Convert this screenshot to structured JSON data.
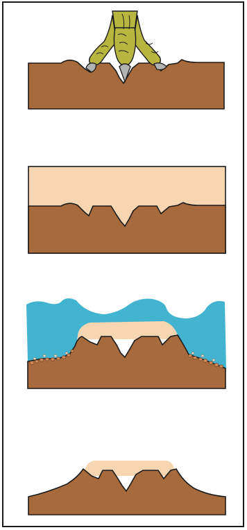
{
  "figure": {
    "panels": [
      {
        "id": "footprint-impression",
        "stage": 1
      },
      {
        "id": "sediment-infill",
        "stage": 2
      },
      {
        "id": "wave-erosion",
        "stage": 3
      },
      {
        "id": "natural-cast",
        "stage": 4
      }
    ]
  },
  "colors": {
    "mud": "#a76a3c",
    "sand": "#f6d6b1",
    "water": "#43b4cf",
    "claw": "#b1b3b2",
    "foot": "#b9b640",
    "pebble": "#d48a5a",
    "outline": "#1b1b1b"
  }
}
